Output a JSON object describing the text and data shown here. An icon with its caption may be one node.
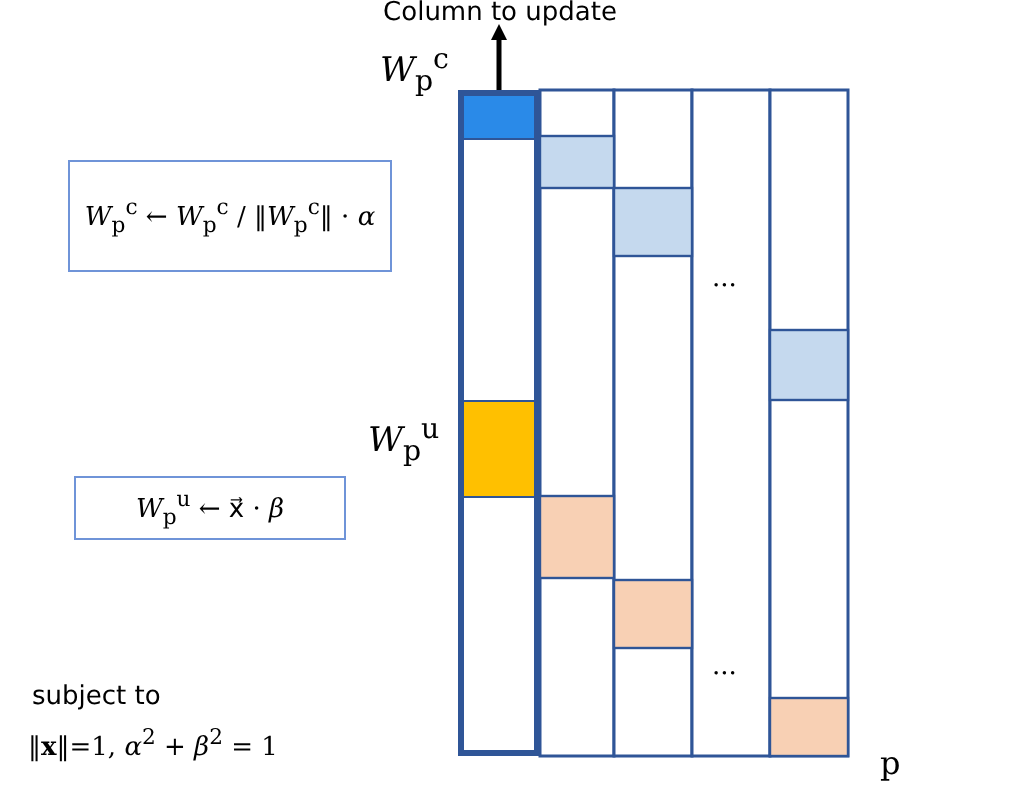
{
  "diagram": {
    "nodes": [
      {
        "text": [
          "Column to update"
        ]
      },
      {
        "text": [],
        "shape": "bar"
      },
      {
        "text": [
          "*W*$_{p}$$^{c}$ ← *W*$_{p}$$^{c}$ / ‖*W*$_{p}$$^{c}$‖ · *α*"
        ]
      },
      {
        "text": [
          "*W*$_{p}$$^{u}$ ← x⃗ · *β*"
        ]
      }
    ],
    "edges": [
      {
        "from": 1,
        "to": 0,
        "arrow": "to"
      }
    ],
    "labels": [
      "*W*$_{p}$$^{c}$",
      "*W*$_{p}$$^{u}$",
      "...",
      "...",
      "subject to",
      "‖**x**‖=1, *α*$^{2}$ + *β*$^{2}$ = 1",
      "p"
    ]
  }
}
